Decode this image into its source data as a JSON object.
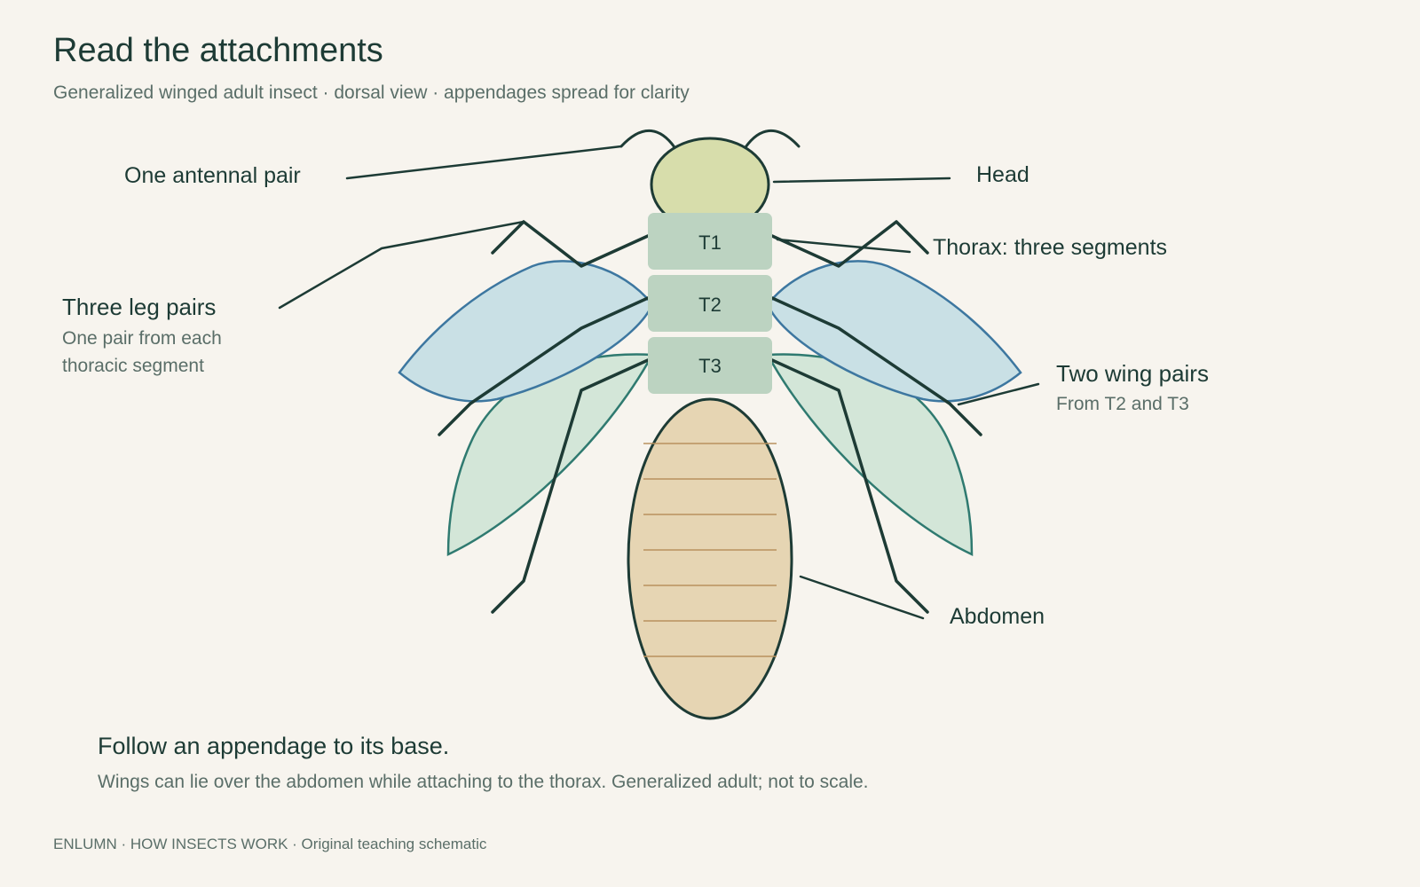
{
  "title": "Read the attachments",
  "subtitle": "Generalized winged adult insect · dorsal view · appendages spread for clarity",
  "labels": {
    "antenna": "One antennal pair",
    "head": "Head",
    "thorax": "Thorax: three segments",
    "legs": "Three leg pairs",
    "legs_note_1": "One pair from each",
    "legs_note_2": "thoracic segment",
    "wings": "Two wing pairs",
    "wings_note": "From T2 and T3",
    "abdomen": "Abdomen"
  },
  "segments": {
    "t1": "T1",
    "t2": "T2",
    "t3": "T3"
  },
  "note": {
    "title": "Follow an appendage to its base.",
    "text": "Wings can lie over the abdomen while attaching to the thorax. Generalized adult; not to scale."
  },
  "footer": "ENLUMN · HOW INSECTS WORK · Original teaching schematic",
  "colors": {
    "head": "#d7ddab",
    "thorax": "#bcd3c1",
    "abdomen": "#e6d5b3",
    "forewing": "#c9e0e5",
    "hindwing": "#d3e6d8",
    "outline": "#1d3b35"
  }
}
